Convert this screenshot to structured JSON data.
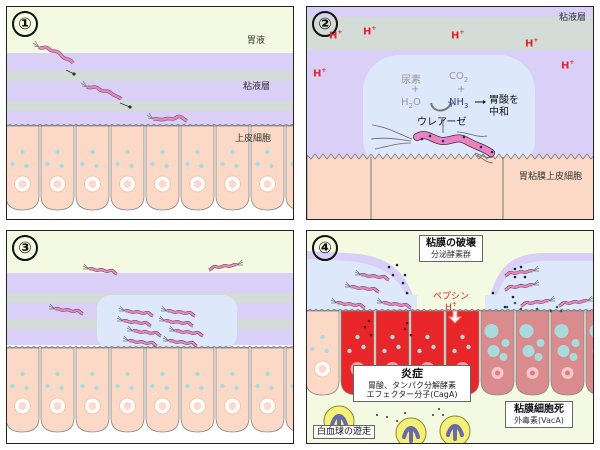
{
  "panels": [
    {
      "number": "①",
      "labels": {
        "gastric_juice": "胃液",
        "mucus_layer": "粘液層",
        "epithelial_cells": "上皮細胞"
      }
    },
    {
      "number": "②",
      "labels": {
        "mucus_layer": "粘液層",
        "gastric_epithelial_cells": "胃粘膜上皮細胞",
        "proton": "H+",
        "urea": "尿素",
        "plus1": "+",
        "water": "H2O",
        "co2": "CO2",
        "plus2": "+",
        "nh3": "NH3",
        "neutralize_line1": "胃酸を",
        "neutralize_line2": "中和",
        "urease": "ウレアーゼ"
      },
      "proton_count": 6
    },
    {
      "number": "③"
    },
    {
      "number": "④",
      "labels": {
        "mucosa_destruction_title": "粘膜の破壊",
        "mucosa_destruction_sub": "分泌酵素群",
        "pepsin": "ペプシン",
        "proton": "H+",
        "inflammation_title": "炎症",
        "inflammation_line1": "胃酸、タンパク分解酵素",
        "inflammation_line2": "エフェクター分子(CagA)",
        "cell_death_title": "粘膜細胞死",
        "cell_death_sub": "外毒素(VacA)",
        "leukocyte_migration": "白血球の遊走"
      }
    }
  ],
  "colors": {
    "gastric_juice": "#f4f9e1",
    "mucus_purple": "#d9cff7",
    "mucus_gray": "#d3dcd6",
    "epithelium": "#fbd9c6",
    "bacterium": "#ee82c0",
    "niche_blue": "#dde9fb",
    "proton_red": "#e8202a",
    "inflamed_red": "#e8262a",
    "dead_cell": "#d98b8e",
    "vacuole": "#a8dcdc",
    "leukocyte": "#f4f07a",
    "leukocyte_nucleus": "#6a6aa8"
  }
}
